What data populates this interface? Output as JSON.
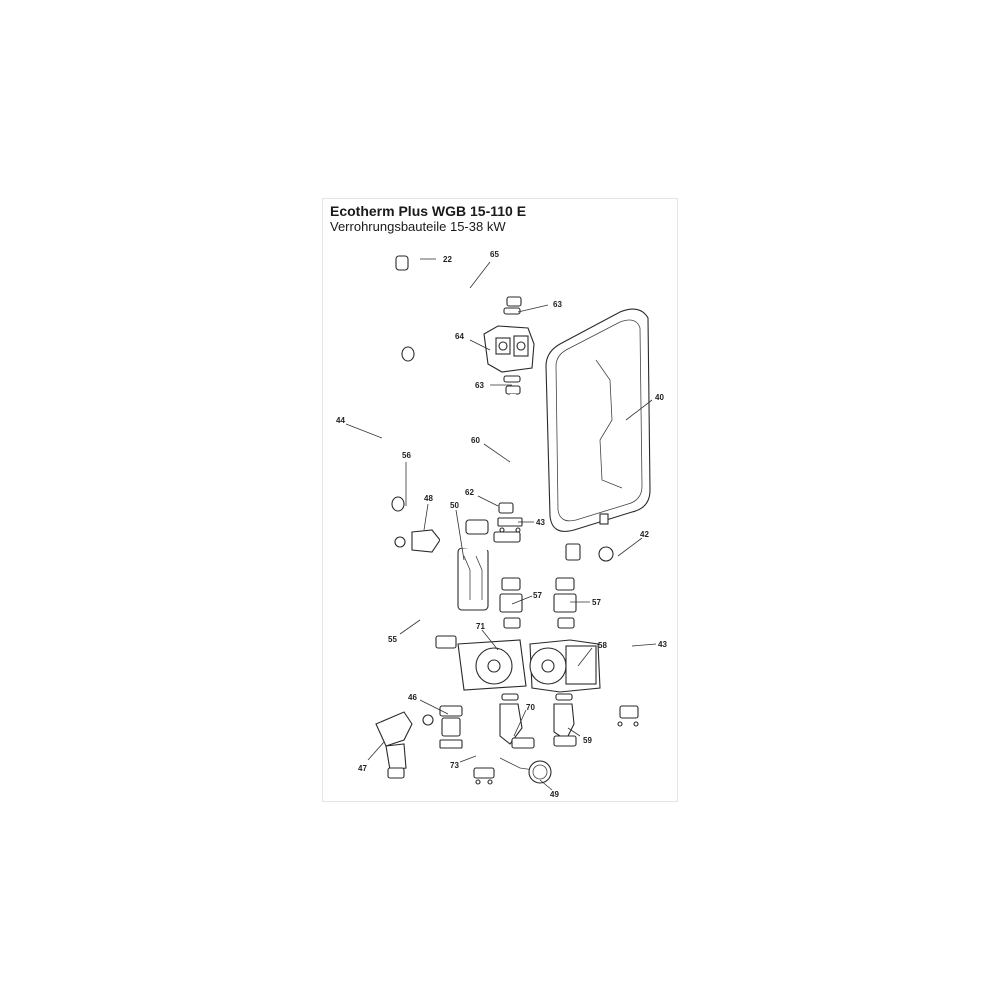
{
  "document": {
    "title": "Ecotherm Plus WGB 15-110 E",
    "subtitle": "Verrohrungsbauteile 15-38 kW"
  },
  "callouts": [
    {
      "id": "c22",
      "label": "22"
    },
    {
      "id": "c65",
      "label": "65"
    },
    {
      "id": "c63a",
      "label": "63"
    },
    {
      "id": "c64",
      "label": "64"
    },
    {
      "id": "c63b",
      "label": "63"
    },
    {
      "id": "c40",
      "label": "40"
    },
    {
      "id": "c44",
      "label": "44"
    },
    {
      "id": "c60",
      "label": "60"
    },
    {
      "id": "c56",
      "label": "56"
    },
    {
      "id": "c62",
      "label": "62"
    },
    {
      "id": "c48",
      "label": "48"
    },
    {
      "id": "c50",
      "label": "50"
    },
    {
      "id": "c43a",
      "label": "43"
    },
    {
      "id": "c42",
      "label": "42"
    },
    {
      "id": "c57a",
      "label": "57"
    },
    {
      "id": "c57b",
      "label": "57"
    },
    {
      "id": "c55",
      "label": "55"
    },
    {
      "id": "c71",
      "label": "71"
    },
    {
      "id": "c43b",
      "label": "43"
    },
    {
      "id": "c58",
      "label": "58"
    },
    {
      "id": "c46",
      "label": "46"
    },
    {
      "id": "c70",
      "label": "70"
    },
    {
      "id": "c59",
      "label": "59"
    },
    {
      "id": "c47",
      "label": "47"
    },
    {
      "id": "c73",
      "label": "73"
    },
    {
      "id": "c49",
      "label": "49"
    }
  ]
}
